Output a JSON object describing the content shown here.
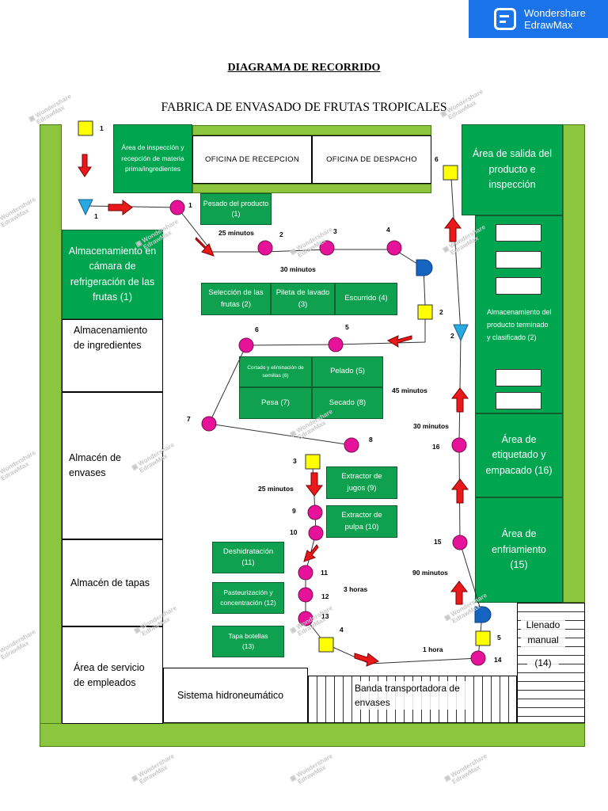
{
  "brand": {
    "line1": "Wondershare",
    "line2": "EdrawMax"
  },
  "title": "DIAGRAMA DE RECORRIDO",
  "subtitle": "FABRICA DE ENVASADO DE FRUTAS TROPICALES",
  "offices": {
    "inspeccion": "Área de inspección y recepción de materia prima/ingredientes",
    "recepcion": "OFICINA DE RECEPCION",
    "despacho": "OFICINA DE DESPACHO",
    "salida": "Área de salida del producto e inspección"
  },
  "left_rooms": {
    "camara": "Almacenamiento en cámara de refrigeración de las frutas (1)",
    "ingredientes": "Almacenamiento de ingredientes",
    "envases": "Almacén de envases",
    "tapas": "Almacén de tapas",
    "servicio": "Área de servicio de empleados"
  },
  "bottom_rooms": {
    "hidroneumatico": "Sistema hidroneumático",
    "banda": "Banda transportadora de envases"
  },
  "right_rooms": {
    "almacen_terminado": "Almacenamiento del producto terminado y clasificado (2)",
    "etiquetado": "Área de etiquetado y empacado (16)",
    "enfriamiento": "Área de enfriamiento (15)",
    "llenado_a": "Llenado manual",
    "llenado_b": "(14)"
  },
  "process_boxes": {
    "pesado": "Pesado del producto (1)",
    "seleccion": "Selección de las frutas (2)",
    "pileta": "Pileta de lavado (3)",
    "escurrido": "Escurrido (4)",
    "cortado": "Cortado y eliminación de semillas (6)",
    "pelado": "Pelado (5)",
    "pesa": "Pesa (7)",
    "secado": "Secado (8)",
    "extractor_jugos": "Extractor de jugos (9)",
    "extractor_pulpa": "Extractor de pulpa (10)",
    "deshidratacion": "Deshidratación (11)",
    "pasteurizacion": "Pasteurización y concentración (12)",
    "tapa": "Tapa botellas (13)"
  },
  "times": {
    "t1": "25 minutos",
    "t2": "30 minutos",
    "t3": "45 minutos",
    "t4": "25 minutos",
    "t5": "3 horas",
    "t6": "1 hora",
    "t7": "90 minutos",
    "t8": "30 minutos"
  },
  "numbers": {
    "n_s1": "1",
    "n_t1": "1",
    "n_o1": "1",
    "n_o2": "2",
    "n_o3": "3",
    "n_o4": "4",
    "n_s2": "2",
    "n_o5": "5",
    "n_o6": "6",
    "n_o7": "7",
    "n_o8": "8",
    "n_s3": "3",
    "n_o9": "9",
    "n_o10": "10",
    "n_o11": "11",
    "n_o12": "12",
    "n_o13": "13",
    "n_s4": "4",
    "n_o14": "14",
    "n_s5": "5",
    "n_o15": "15",
    "n_o16": "16",
    "n_t2": "2",
    "n_s6": "6"
  },
  "colors": {
    "wall": "#8cc63f",
    "room_green": "#00a550",
    "operation": "#e6139a",
    "inspection": "#ffff00",
    "storage": "#29a9e1",
    "delay": "#1565c0",
    "arrow": "#e8181b"
  }
}
